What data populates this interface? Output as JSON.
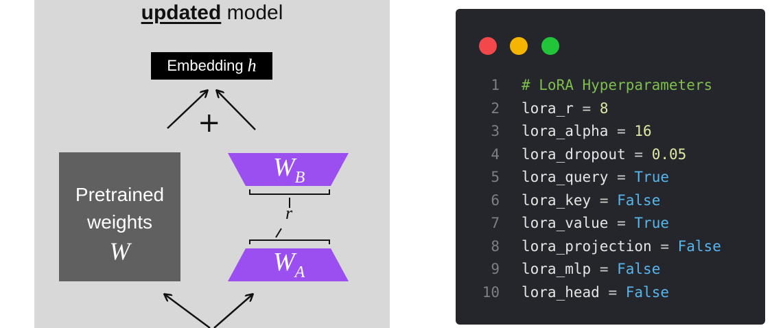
{
  "diagram": {
    "title_bold": "updated",
    "title_rest": " model",
    "embedding_label": "Embedding",
    "embedding_symbol": "h",
    "plus_sign": "+",
    "pretrained_line1": "Pretrained",
    "pretrained_line2": "weights",
    "pretrained_symbol": "W",
    "wb_base": "W",
    "wb_sub": "B",
    "wa_base": "W",
    "wa_sub": "A",
    "rank_symbol": "r",
    "colors": {
      "panel": "#d8d8d8",
      "pretrained": "#606060",
      "lora": "#9b4ff0",
      "embedding": "#000000"
    }
  },
  "code_window": {
    "traffic_lights": [
      "#f2484b",
      "#f5b400",
      "#22c43a"
    ],
    "lines": [
      {
        "num": "1",
        "comment": "# LoRA Hyperparameters"
      },
      {
        "num": "2",
        "name": "lora_r",
        "op": "=",
        "value": "8",
        "type": "num"
      },
      {
        "num": "3",
        "name": "lora_alpha",
        "op": "=",
        "value": "16",
        "type": "num"
      },
      {
        "num": "4",
        "name": "lora_dropout",
        "op": "=",
        "value": "0.05",
        "type": "num"
      },
      {
        "num": "5",
        "name": "lora_query",
        "op": "=",
        "value": "True",
        "type": "bool"
      },
      {
        "num": "6",
        "name": "lora_key",
        "op": "=",
        "value": "False",
        "type": "bool"
      },
      {
        "num": "7",
        "name": "lora_value",
        "op": "=",
        "value": "True",
        "type": "bool"
      },
      {
        "num": "8",
        "name": "lora_projection",
        "op": "=",
        "value": "False",
        "type": "bool"
      },
      {
        "num": "9",
        "name": "lora_mlp",
        "op": "=",
        "value": "False",
        "type": "bool"
      },
      {
        "num": "10",
        "name": "lora_head",
        "op": "=",
        "value": "False",
        "type": "bool"
      }
    ]
  }
}
